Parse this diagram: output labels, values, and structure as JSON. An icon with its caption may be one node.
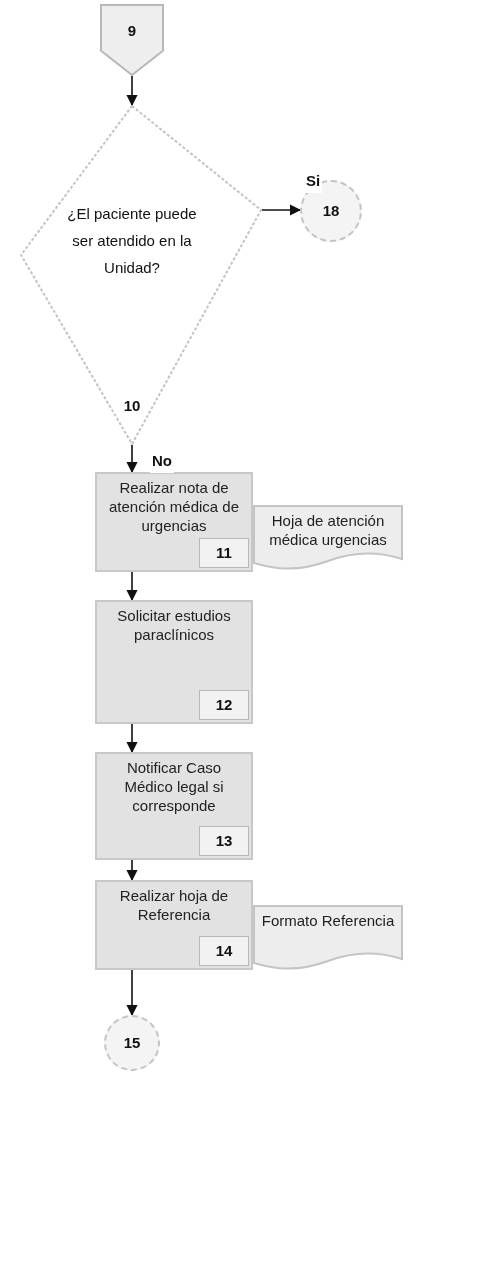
{
  "diagram": {
    "nodes": [
      {
        "text": [
          "9"
        ]
      },
      {
        "text": [
          "¿El paciente puede ser atendido en la Unidad?",
          "10"
        ]
      },
      {
        "text": [
          "18"
        ]
      },
      {
        "text": [
          "Realizar nota de atención médica de urgencias",
          "11"
        ]
      },
      {
        "text": [
          "Hoja de atención médica urgencias"
        ]
      },
      {
        "text": [
          "Solicitar estudios paraclínicos",
          "12"
        ]
      },
      {
        "text": [
          "Notificar Caso Médico legal si corresponde",
          "13"
        ]
      },
      {
        "text": [
          "Realizar hoja de Referencia",
          "14"
        ]
      },
      {
        "text": [
          "Formato Referencia"
        ]
      },
      {
        "text": [
          "15"
        ]
      }
    ],
    "edges": [
      {
        "from": 0,
        "to": 1,
        "arrow": "to"
      },
      {
        "from": 1,
        "to": 2,
        "arrow": "to",
        "label": "Si"
      },
      {
        "from": 1,
        "to": 3,
        "arrow": "to",
        "label": "No"
      },
      {
        "from": 3,
        "to": 5,
        "arrow": "to"
      },
      {
        "from": 5,
        "to": 6,
        "arrow": "to"
      },
      {
        "from": 6,
        "to": 7,
        "arrow": "to"
      },
      {
        "from": 7,
        "to": 9,
        "arrow": "to"
      }
    ]
  }
}
